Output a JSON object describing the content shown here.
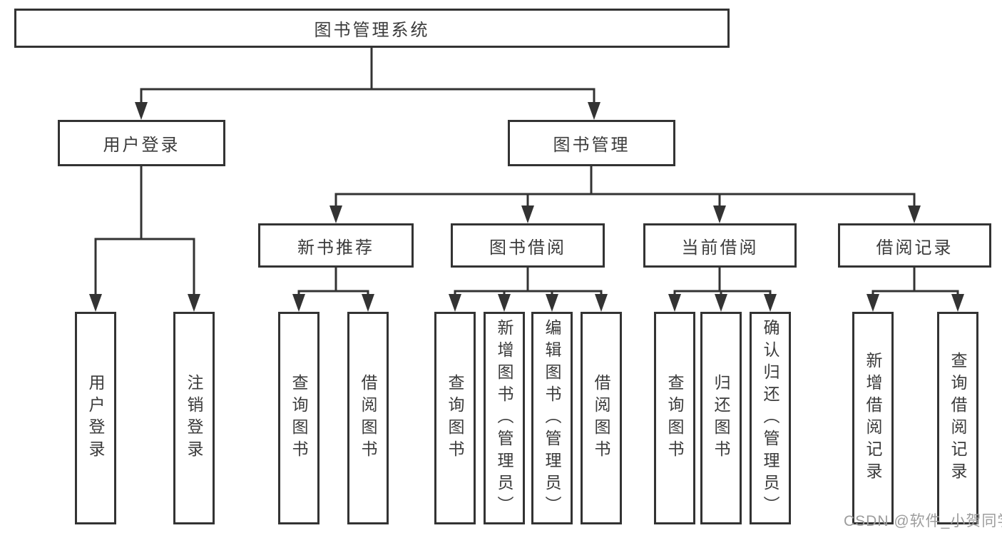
{
  "diagram": {
    "root": {
      "label": "图书管理系统"
    },
    "level2": {
      "user_login": {
        "label": "用户登录"
      },
      "book_management": {
        "label": "图书管理"
      }
    },
    "level3": {
      "new_book_recommend": {
        "label": "新书推荐"
      },
      "book_borrowing": {
        "label": "图书借阅"
      },
      "current_borrowing": {
        "label": "当前借阅"
      },
      "borrowing_records": {
        "label": "借阅记录"
      }
    },
    "leaves": {
      "user_login": [
        "用户登录",
        "注销登录"
      ],
      "new_book_recommend": [
        "查询图书",
        "借阅图书"
      ],
      "book_borrowing": [
        "查询图书",
        "新增图书（管理员）",
        "编辑图书（管理员）",
        "借阅图书"
      ],
      "current_borrowing": [
        "查询图书",
        "归还图书",
        "确认归还（管理员）"
      ],
      "borrowing_records": [
        "新增借阅记录",
        "查询借阅记录"
      ]
    }
  },
  "watermark": {
    "text": "CSDN @软件_小贺同学"
  },
  "colors": {
    "line": "#333333",
    "node_border": "#333333",
    "node_text": "#3b3b3b",
    "watermark_text": "#9d9d9d",
    "background": "#ffffff"
  }
}
